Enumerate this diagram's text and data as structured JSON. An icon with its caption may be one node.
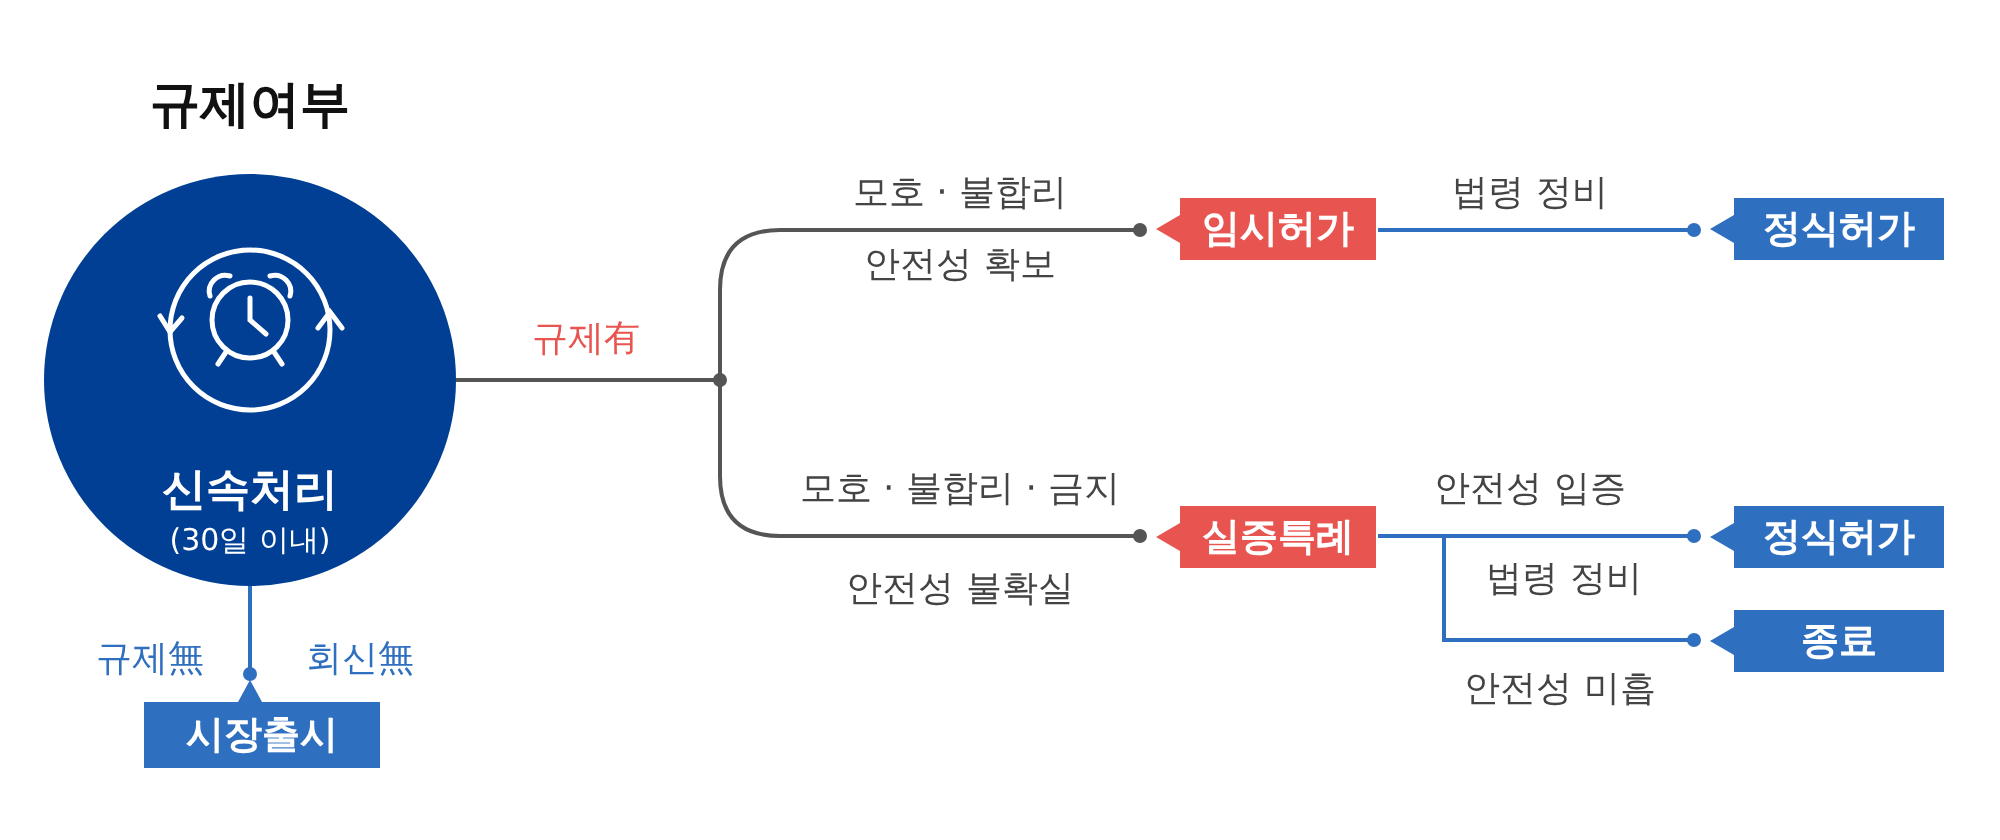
{
  "diagram": {
    "title": "규제여부",
    "nodes": [
      {
        "text": [
          "신속처리",
          "(30일 이내)"
        ]
      },
      {
        "text": [
          "시장출시"
        ]
      },
      {
        "text": [
          "임시허가"
        ]
      },
      {
        "text": [
          "정식허가"
        ]
      },
      {
        "text": [
          "실증특례"
        ]
      },
      {
        "text": [
          "정식허가"
        ]
      },
      {
        "text": [
          "종료"
        ]
      }
    ],
    "edges": [
      {
        "from": 0,
        "to": 1,
        "arrow": "other",
        "label": "규제無"
      },
      {
        "from": 0,
        "to": 2,
        "arrow": "other",
        "label": "모호 · 불합리",
        "color": "#555555"
      },
      {
        "from": 0,
        "to": 4,
        "arrow": "other",
        "label": "모호 · 불합리 · 금지",
        "color": "#555555"
      },
      {
        "from": 2,
        "to": 3,
        "arrow": "other",
        "label": "법령 정비"
      },
      {
        "from": 4,
        "to": 5,
        "arrow": "other",
        "label": "안전성 입증"
      },
      {
        "from": 4,
        "to": 6,
        "arrow": "other",
        "label": "안전성 미흡"
      }
    ],
    "labels": [
      "안전성 확보",
      "규제有",
      "안전성 불확실",
      "법령 정비",
      "회신無"
    ]
  }
}
